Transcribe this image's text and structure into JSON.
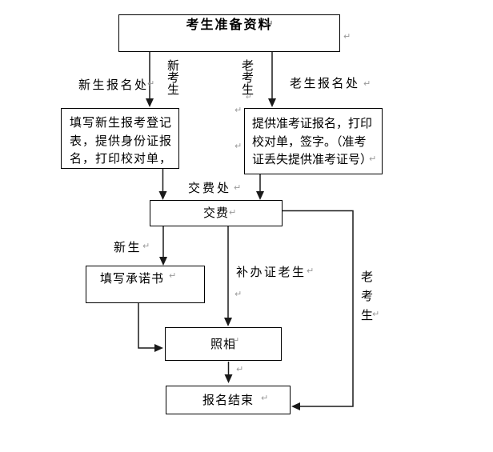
{
  "page": {
    "background": "#ffffff",
    "line_color": "#1a1a1a",
    "mark_color": "#9a9a9a"
  },
  "marks": {
    "pilcrow": "↵"
  },
  "nodes": {
    "prepare": {
      "label": "考生准备资料"
    },
    "new_reg": {
      "lines": [
        "填写新生报考登记",
        "表，提供身份证报",
        "名，打印校对单，"
      ]
    },
    "old_reg": {
      "lines": [
        "提供准考证报名，打印",
        "校对单，签字。（准考",
        "证丢失提供准考证号）"
      ]
    },
    "pay": {
      "label": "交费"
    },
    "commitment": {
      "label": "填写承诺书"
    },
    "photo": {
      "label": "照相"
    },
    "finish": {
      "label": "报名结束"
    }
  },
  "labels": {
    "new_reg_desk": "新生报名处",
    "new_candidate_vertical": "新考生",
    "old_candidate_vertical": "老考生",
    "old_reg_desk": "老生报名处",
    "pay_desk": "交费处",
    "new_student": "新生",
    "reissue_old_student": "补办证老生",
    "old_candidate_side": "老考生"
  }
}
